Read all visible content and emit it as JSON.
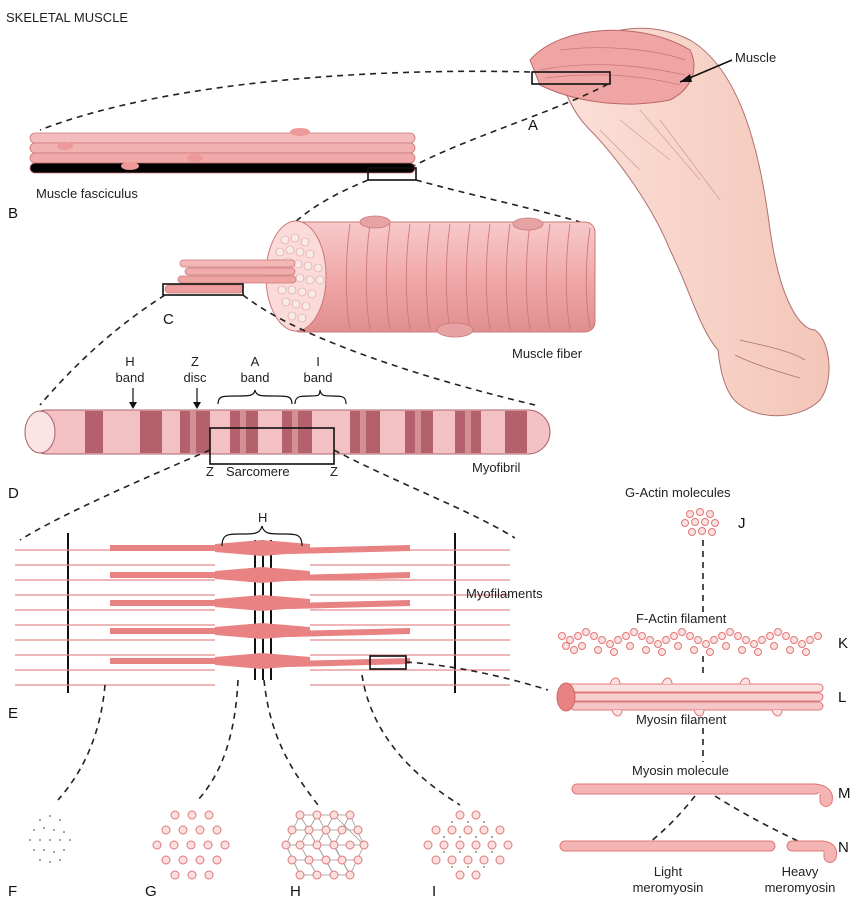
{
  "title": "SKELETAL MUSCLE",
  "labels": {
    "muscle": "Muscle",
    "muscle_fasciculus": "Muscle fasciculus",
    "muscle_fiber": "Muscle fiber",
    "h_band": [
      "H",
      "band"
    ],
    "z_disc": [
      "Z",
      "disc"
    ],
    "a_band": [
      "A",
      "band"
    ],
    "i_band": [
      "I",
      "band"
    ],
    "z_left": "Z",
    "sarcomere": "Sarcomere",
    "z_right": "Z",
    "myofibril": "Myofibril",
    "h_bracket": "H",
    "myofilaments": "Myofilaments",
    "g_actin": "G-Actin molecules",
    "f_actin": "F-Actin filament",
    "myosin_filament": "Myosin filament",
    "myosin_molecule": "Myosin molecule",
    "light_meromyosin": [
      "Light",
      "meromyosin"
    ],
    "heavy_meromyosin": [
      "Heavy",
      "meromyosin"
    ]
  },
  "panels": {
    "A": "A",
    "B": "B",
    "C": "C",
    "D": "D",
    "E": "E",
    "F": "F",
    "G": "G",
    "H": "H",
    "I": "I",
    "J": "J",
    "K": "K",
    "L": "L",
    "M": "M",
    "N": "N"
  },
  "colors": {
    "muscle_pink": "#f2b3b3",
    "muscle_dark": "#c96a6a",
    "line": "#222222",
    "band_dark": "#a8505a",
    "filament": "#e87f7f"
  }
}
